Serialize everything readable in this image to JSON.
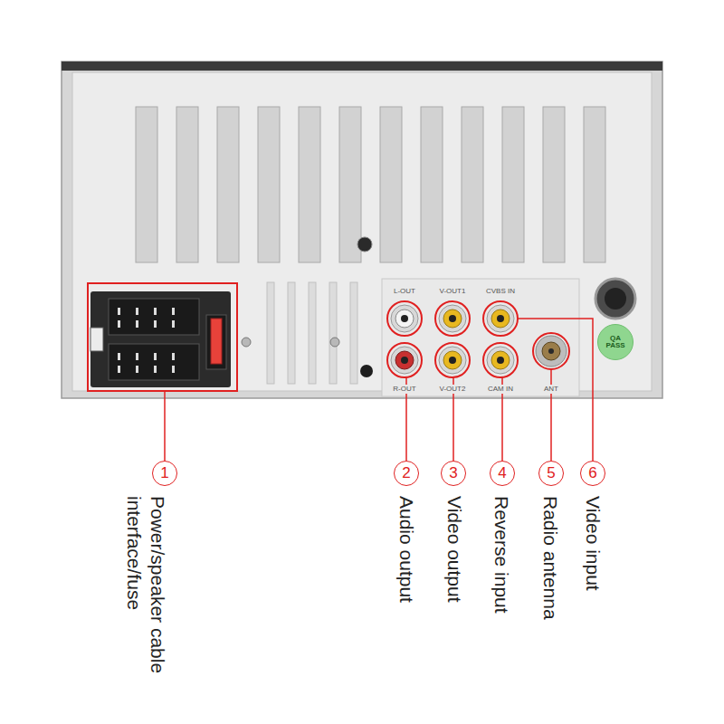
{
  "diagram": {
    "nodes": [
      {
        "text": [
          "QA PASS"
        ]
      },
      {
        "text": [
          "1"
        ]
      },
      {
        "text": [
          "2"
        ]
      },
      {
        "text": [
          "3"
        ]
      },
      {
        "text": [
          "4"
        ]
      },
      {
        "text": [
          "5"
        ]
      },
      {
        "text": [
          "6"
        ]
      }
    ],
    "labels": [
      "L-OUT",
      "V-OUT1",
      "CVBS IN",
      "R-OUT",
      "V-OUT2",
      "CAM IN",
      "ANT",
      "Power/speaker cable interface/fuse",
      "Audio output",
      "Video output",
      "Reverse input",
      "Radio antenna",
      "Video input"
    ]
  }
}
